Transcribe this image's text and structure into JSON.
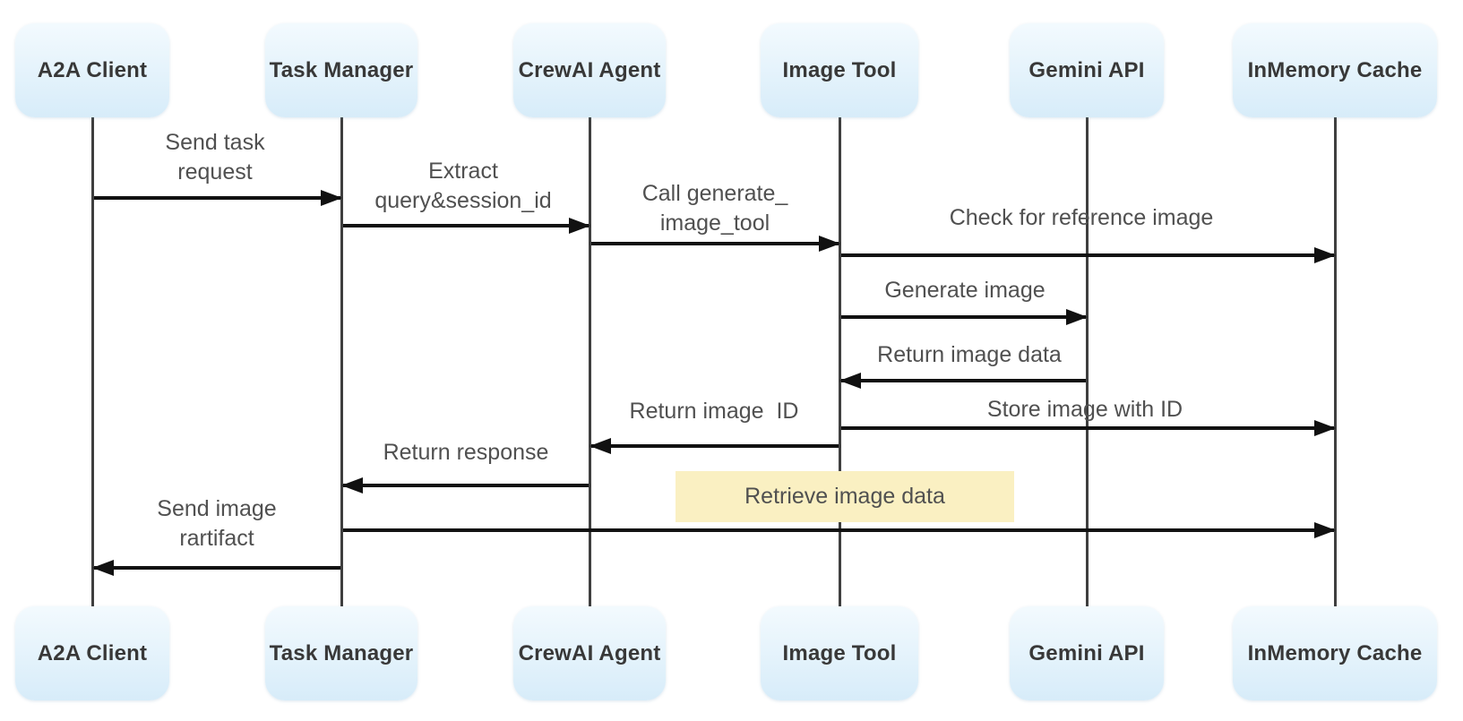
{
  "diagram": {
    "type": "sequence",
    "actors": [
      {
        "name": "A2A Client"
      },
      {
        "name": "Task Manager"
      },
      {
        "name": "CrewAI Agent"
      },
      {
        "name": "Image Tool"
      },
      {
        "name": "Gemini API"
      },
      {
        "name": "InMemory Cache"
      }
    ],
    "messages": [
      {
        "label": "Send task\nrequest",
        "from": "A2A Client",
        "to": "Task Manager",
        "highlighted": false
      },
      {
        "label": "Extract\nquery&session_id",
        "from": "Task Manager",
        "to": "CrewAI Agent",
        "highlighted": false
      },
      {
        "label": "Call generate_\nimage_tool",
        "from": "CrewAI Agent",
        "to": "Image Tool",
        "highlighted": false
      },
      {
        "label": "Check for reference image",
        "from": "Image Tool",
        "to": "InMemory Cache",
        "highlighted": false
      },
      {
        "label": "Generate image",
        "from": "Image Tool",
        "to": "Gemini API",
        "highlighted": false
      },
      {
        "label": "Return image data",
        "from": "Gemini API",
        "to": "Image Tool",
        "highlighted": false
      },
      {
        "label": "Store image with ID",
        "from": "Image Tool",
        "to": "InMemory Cache",
        "highlighted": false
      },
      {
        "label": "Return image  ID",
        "from": "Image Tool",
        "to": "CrewAI Agent",
        "highlighted": false
      },
      {
        "label": "Return response",
        "from": "CrewAI Agent",
        "to": "Task Manager",
        "highlighted": false
      },
      {
        "label": "Retrieve image data",
        "from": "Task Manager",
        "to": "InMemory Cache",
        "highlighted": true
      },
      {
        "label": "Send image\nrartifact",
        "from": "Task Manager",
        "to": "A2A Client",
        "highlighted": false
      }
    ],
    "colors": {
      "background": "#ffffff",
      "actor_box_gradient_top": "#f3fafe",
      "actor_box_gradient_bottom": "#d7ecf9",
      "actor_text": "#383838",
      "message_text": "#505050",
      "line": "#111111",
      "lifeline": "#3f3f3f",
      "highlight": "#faf0c2"
    }
  }
}
